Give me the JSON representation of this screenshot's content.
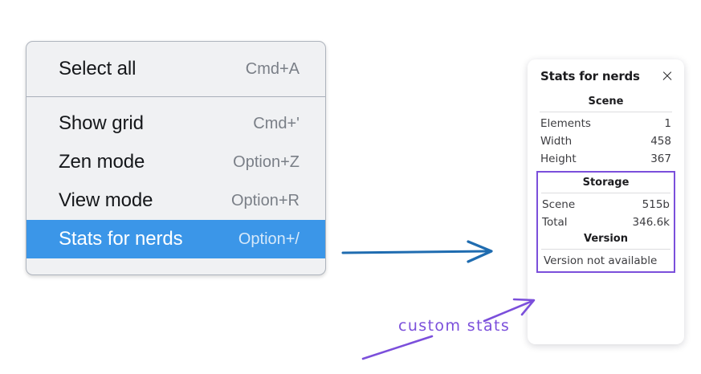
{
  "context_menu": {
    "groups": [
      {
        "items": [
          {
            "label": "Select all",
            "shortcut": "Cmd+A",
            "highlighted": false
          }
        ]
      },
      {
        "items": [
          {
            "label": "Show grid",
            "shortcut": "Cmd+'",
            "highlighted": false
          },
          {
            "label": "Zen mode",
            "shortcut": "Option+Z",
            "highlighted": false
          },
          {
            "label": "View mode",
            "shortcut": "Option+R",
            "highlighted": false
          },
          {
            "label": "Stats for nerds",
            "shortcut": "Option+/",
            "highlighted": true
          }
        ]
      }
    ],
    "highlight_color": "#3b96e8"
  },
  "stats_panel": {
    "title": "Stats for nerds",
    "close_icon": "close-icon",
    "sections": [
      {
        "heading": "Scene",
        "boxed": false,
        "rows": [
          {
            "key": "Elements",
            "value": "1"
          },
          {
            "key": "Width",
            "value": "458"
          },
          {
            "key": "Height",
            "value": "367"
          }
        ]
      },
      {
        "heading": "Storage",
        "boxed": true,
        "rows": [
          {
            "key": "Scene",
            "value": "515b"
          },
          {
            "key": "Total",
            "value": "346.6k"
          }
        ]
      },
      {
        "heading": "Version",
        "boxed": true,
        "version_text": "Version not available"
      }
    ],
    "highlight_border_color": "#7b4fdb"
  },
  "annotations": {
    "handwritten_label": "custom stats",
    "ink_color": "#7b4fdb",
    "flow_arrow_color": "#1f6cb0"
  }
}
